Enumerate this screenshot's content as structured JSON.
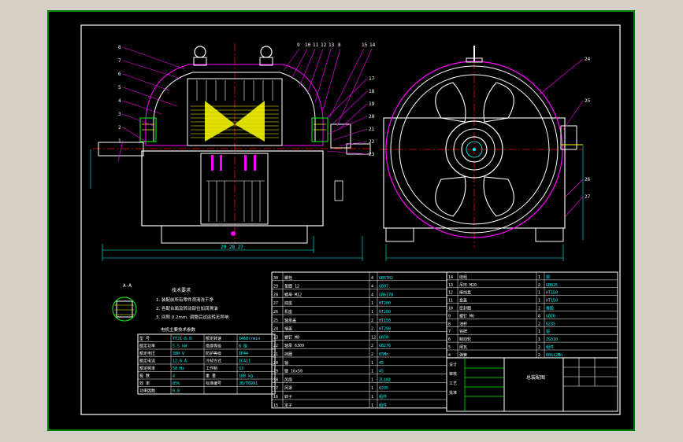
{
  "drawing": {
    "title_block_name": "总装配图",
    "colors": {
      "background": "#d4d0c8",
      "sheet": "#000000",
      "border": "#ffffff",
      "outer_border": "#00ff00",
      "outline": "#ffffff",
      "hatch": "#ffff00",
      "centerline": "#ff0000",
      "dimension": "#00ffff",
      "leader": "#ff00ff",
      "accent": "#00ff00"
    }
  },
  "front_view": {
    "left_part_numbers": [
      "8",
      "7",
      "6",
      "5",
      "4",
      "3",
      "2",
      "1"
    ],
    "top_part_numbers": [
      "9",
      "10",
      "11",
      "12",
      "13",
      "8",
      "15",
      "14"
    ],
    "right_part_numbers": [
      "17",
      "18",
      "19",
      "20",
      "21",
      "22",
      "23"
    ],
    "bottom_label": "29 28 27"
  },
  "side_view": {
    "right_part_numbers": [
      "24",
      "25",
      "26",
      "27"
    ]
  },
  "notes": {
    "heading": "技术要求",
    "lines": [
      "1. 装配前所有零件须清洗干净",
      "2. 各配合面及转动部位加润滑油",
      "3. 间隙 0.2mm, 调整后试运转无异响"
    ]
  },
  "section_label": "A-A",
  "spec_table": {
    "title": "电机主要技术参数",
    "rows": [
      [
        "型 号",
        "YTJ1-6.0",
        "额定转速",
        "1460r/min"
      ],
      [
        "额定功率",
        "5.5 kW",
        "绝缘等级",
        "B 级"
      ],
      [
        "额定电压",
        "380 V",
        "防护等级",
        "IP44"
      ],
      [
        "额定电流",
        "12.6 A",
        "冷却方式",
        "IC411"
      ],
      [
        "额定频率",
        "50 Hz",
        "工作制",
        "S3"
      ],
      [
        "极 数",
        "4",
        "重 量",
        "180 kg"
      ],
      [
        "效 率",
        "85%",
        "标准编号",
        "JB/T8991"
      ],
      [
        "功率因数",
        "0.8",
        "",
        ""
      ]
    ]
  },
  "bom": {
    "left_rows": [
      [
        "30",
        "螺栓",
        "4",
        "GB5782"
      ],
      [
        "29",
        "垫圈 12",
        "4",
        "GB97"
      ],
      [
        "28",
        "螺母 M12",
        "4",
        "GB6170"
      ],
      [
        "27",
        "底座",
        "1",
        "HT200"
      ],
      [
        "26",
        "机座",
        "1",
        "HT200"
      ],
      [
        "25",
        "轴承盖",
        "2",
        "HT150"
      ],
      [
        "24",
        "端盖",
        "2",
        "HT200"
      ],
      [
        "23",
        "螺钉 M8",
        "12",
        "GB70"
      ],
      [
        "22",
        "轴承 6309",
        "2",
        "GB276"
      ],
      [
        "21",
        "挡圈",
        "2",
        "65Mn"
      ],
      [
        "20",
        "轴",
        "1",
        "45"
      ],
      [
        "19",
        "键 16x50",
        "1",
        "45"
      ],
      [
        "18",
        "风扇",
        "1",
        "ZL102"
      ],
      [
        "17",
        "风罩",
        "1",
        "Q235"
      ],
      [
        "16",
        "转子",
        "1",
        "组件"
      ],
      [
        "15",
        "定子",
        "1",
        "组件"
      ]
    ],
    "right_rows": [
      [
        "14",
        "绕组",
        "1",
        "铜"
      ],
      [
        "13",
        "吊环 M20",
        "2",
        "GB825"
      ],
      [
        "12",
        "接线盒",
        "1",
        "HT150"
      ],
      [
        "11",
        "盒盖",
        "1",
        "HT150"
      ],
      [
        "10",
        "密封圈",
        "2",
        "橡胶"
      ],
      [
        "9",
        "螺钉 M6",
        "8",
        "GB70"
      ],
      [
        "8",
        "油杯",
        "2",
        "Q235"
      ],
      [
        "7",
        "铭牌",
        "1",
        "铝"
      ],
      [
        "6",
        "制动轮",
        "1",
        "ZG310"
      ],
      [
        "5",
        "闸瓦",
        "2",
        "组件"
      ],
      [
        "4",
        "弹簧",
        "2",
        "60Si2Mn"
      ]
    ],
    "title_block_rows": [
      "设计",
      "审核",
      "工艺",
      "批准"
    ]
  }
}
